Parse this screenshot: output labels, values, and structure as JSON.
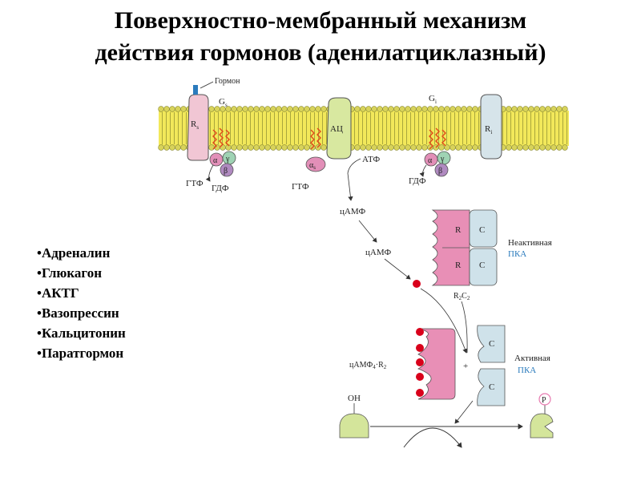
{
  "title": {
    "line1": "Поверхностно-мембранный механизм",
    "line2": "действия гормонов (аденилатциклазный)"
  },
  "hormones": [
    "Адреналин",
    "Глюкагон",
    "АКТГ",
    "Вазопрессин",
    "Кальцитонин",
    "Паратгормон"
  ],
  "diagram": {
    "hormone_label": "Гормон",
    "gs_label": "G",
    "gs_sub": "s",
    "gi_label": "G",
    "gi_sub": "i",
    "rs_label": "R",
    "rs_sub": "s",
    "ri_label": "R",
    "ri_sub": "i",
    "ac_label": "АЦ",
    "alpha": "α",
    "beta": "β",
    "gamma": "γ",
    "alpha_s": "α",
    "alpha_s_sub": "s",
    "gtp_left": "ГТФ",
    "gdp_left": "ГДФ",
    "gtp_mid": "ГТФ",
    "atp": "АТФ",
    "gdp_right": "ГДФ",
    "camp1": "цАМФ",
    "camp2": "цАМФ",
    "r": "R",
    "c": "C",
    "inactive_label": "Неактивная",
    "inactive_pka": "ПКА",
    "r2c2": "R",
    "r2c2_sub1": "2",
    "r2c2_c": "C",
    "r2c2_sub2": "2",
    "camp_r2": "цАМФ",
    "camp_r2_sub": "4",
    "camp_r2_r": "·R",
    "camp_r2_sub2": "2",
    "plus": "+",
    "active_label": "Активная",
    "active_pka": "ПКА",
    "oh": "OH",
    "p": "P",
    "colors": {
      "membrane": "#f2e85a",
      "head": "#d8d35a",
      "receptor": "#f1c6d4",
      "ac": "#d8e8a0",
      "ri": "#d6e4ea",
      "alpha": "#e28fb8",
      "beta": "#b08ac0",
      "gamma": "#9fd3b4",
      "r_subunit": "#e88fb6",
      "c_subunit": "#cfe2ea",
      "camp_dot": "#d9001b",
      "substrate": "#d4e59b",
      "phosphate": "#e77ab0"
    }
  }
}
